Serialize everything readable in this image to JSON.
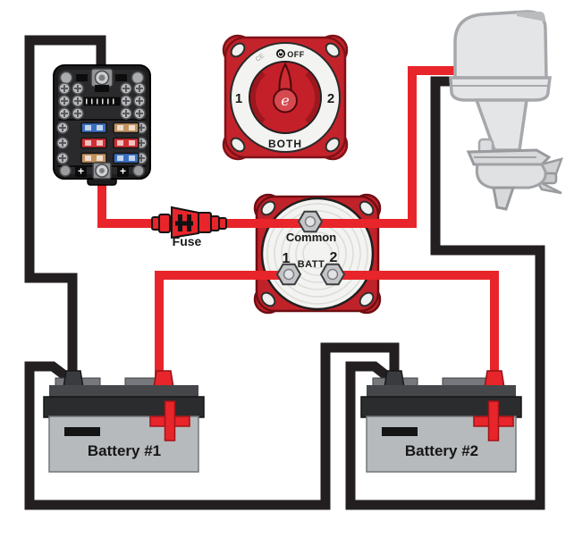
{
  "diagram": {
    "labels": {
      "fuse": "Fuse",
      "battery1": "Battery #1",
      "battery2": "Battery #2"
    },
    "switch_front": {
      "off": "OFF",
      "position_1": "1",
      "position_2": "2",
      "both": "BOTH",
      "logo": "e",
      "ce_mark": "CE"
    },
    "switch_rear": {
      "common": "Common",
      "batt": "BATT",
      "terminal_1": "1",
      "terminal_2": "2"
    },
    "fuse_block": {
      "plus_left": "+",
      "plus_right": "+"
    },
    "colors": {
      "wire_red": "#e8252a",
      "wire_black": "#231f20",
      "switch_red": "#c4232b",
      "battery_body": "#b6babc",
      "battery_top": "#2b2c2e",
      "motor_gray": "#e4e5e6",
      "fuse_blue": "#3a6fc0",
      "fuse_tan": "#c2925f",
      "fuse_red": "#d02f33"
    }
  }
}
